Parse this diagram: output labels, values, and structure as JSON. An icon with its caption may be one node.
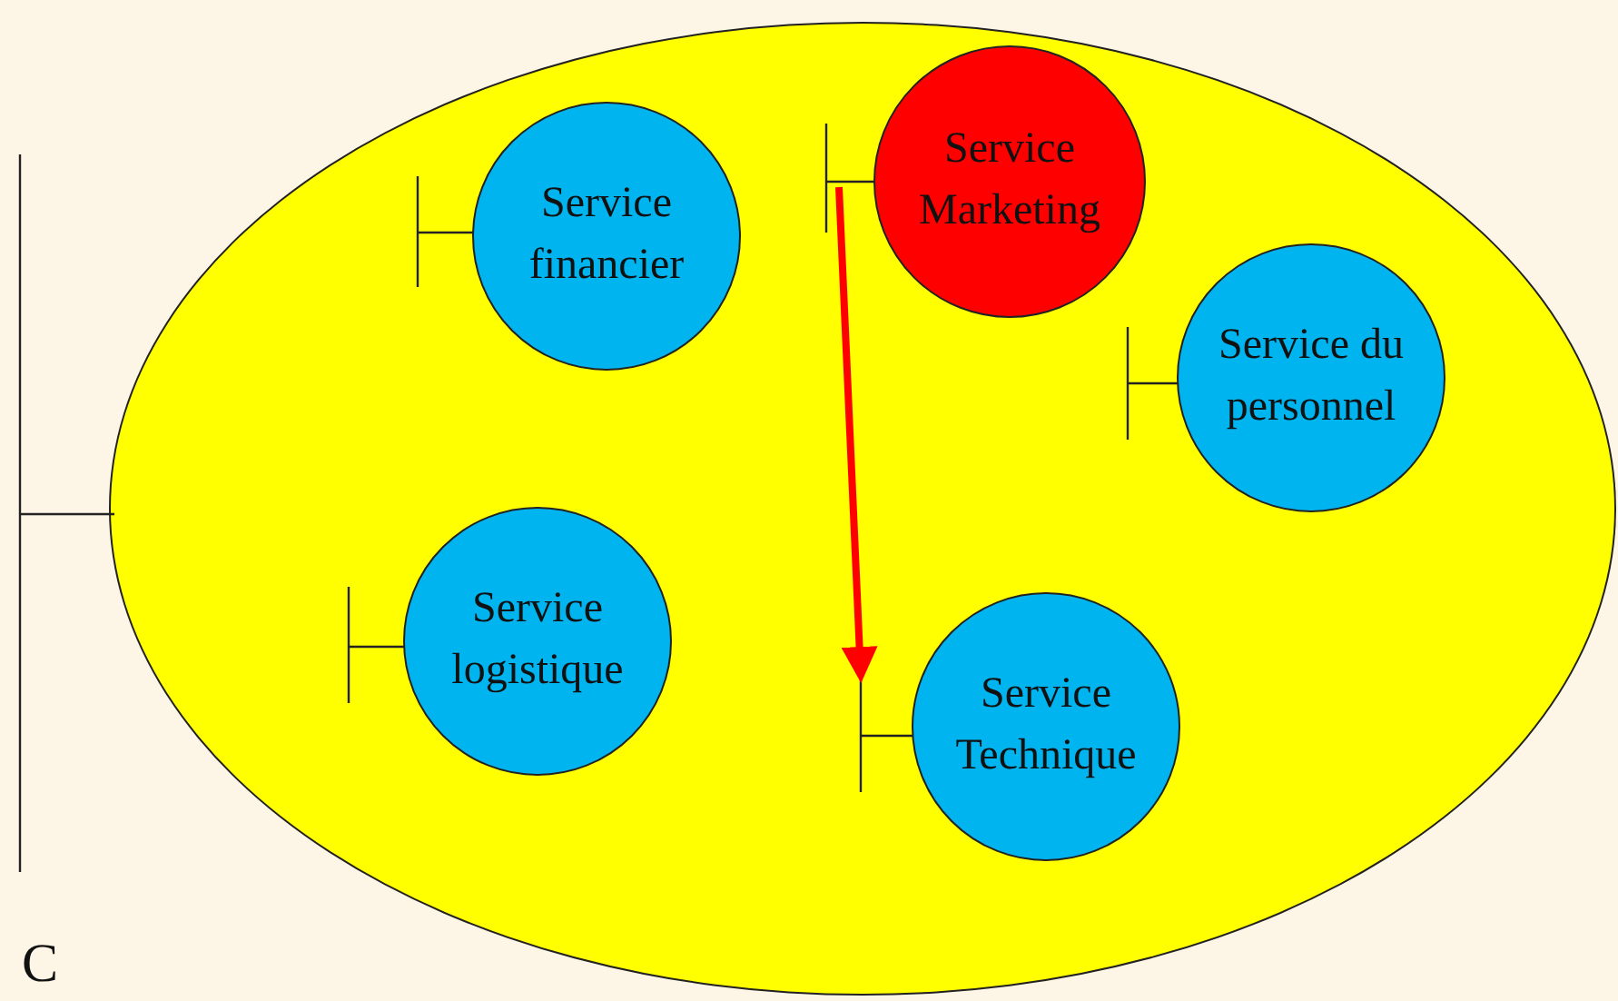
{
  "diagram": {
    "nodes": [
      {
        "text": [],
        "shape": "ellipse"
      },
      {
        "text": [
          "Service financier"
        ],
        "in": 0
      },
      {
        "text": [
          "Service Marketing"
        ],
        "in": 0
      },
      {
        "text": [
          "Service du personnel"
        ],
        "in": 0
      },
      {
        "text": [
          "Service logistique"
        ],
        "in": 0
      },
      {
        "text": [
          "Service Technique"
        ],
        "in": 0
      }
    ],
    "edges": [
      {
        "from": 2,
        "to": 5,
        "arrow": "to",
        "color": "#ff0000"
      }
    ],
    "labels": [
      "C"
    ]
  }
}
